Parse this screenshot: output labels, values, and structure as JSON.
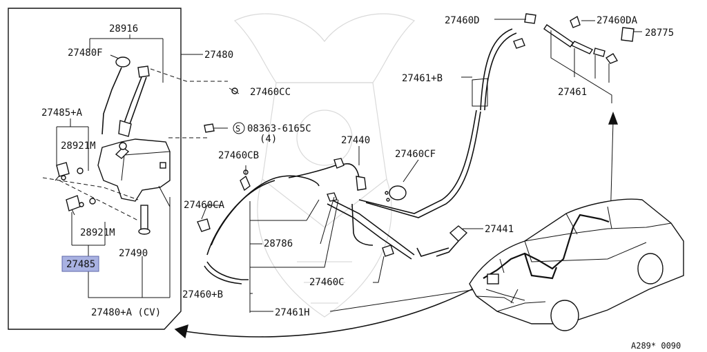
{
  "parts": {
    "p28916": "28916",
    "p27480F": "27480F",
    "p27480": "27480",
    "p27460CC": "27460CC",
    "p27485A": "27485+A",
    "p28921M_top": "28921M",
    "p08363": "08363-6165C",
    "p08363_symbol": "S",
    "p08363_qty": "(4)",
    "p27460CB": "27460CB",
    "p27440": "27440",
    "p27460CF": "27460CF",
    "p27460CA": "27460CA",
    "p28921M_bottom": "28921M",
    "p28786": "28786",
    "p27441": "27441",
    "p27485": "27485",
    "p27490": "27490",
    "p27460C": "27460C",
    "p27460B": "27460+B",
    "p27461H": "27461H",
    "p27480A": "27480+A (CV)",
    "p27460D": "27460D",
    "p27460DA": "27460DA",
    "p28775": "28775",
    "p27461B": "27461+B",
    "p27461": "27461"
  },
  "footer": {
    "code": "A289* 0090"
  },
  "colors": {
    "line": "#111111",
    "highlight": "#a9b2e2",
    "watermark": "#d9d9d9"
  }
}
